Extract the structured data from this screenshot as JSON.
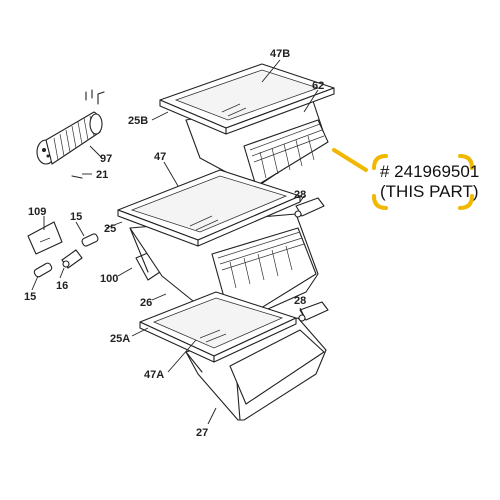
{
  "diagram": {
    "labels": {
      "l47b": "47B",
      "l62": "62",
      "l25b": "25B",
      "l97": "97",
      "l21": "21",
      "l47": "47",
      "l28a": "28",
      "l109": "109",
      "l15a": "15",
      "l25": "25",
      "l100": "100",
      "l16": "16",
      "l15b": "15",
      "l26": "26",
      "l28b": "28",
      "l25a": "25A",
      "l47a": "47A",
      "l27": "27"
    },
    "callout": {
      "part_number": "# 241969501",
      "note": "(THIS PART)"
    },
    "colors": {
      "highlight": "#f0b800",
      "line": "#222222"
    }
  }
}
